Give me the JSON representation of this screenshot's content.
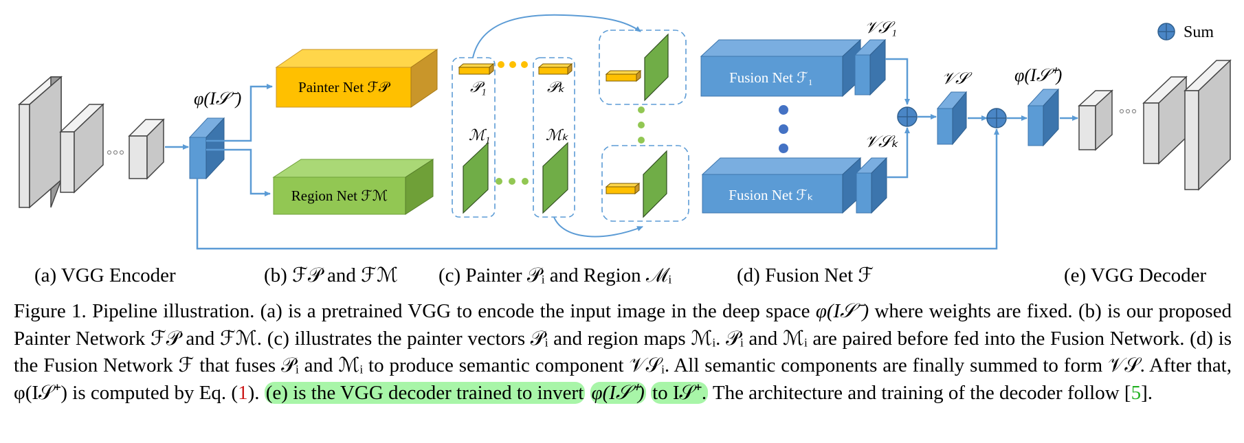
{
  "legend": {
    "label": "Sum",
    "color": "#4a86c6"
  },
  "labels": {
    "encoder_out": "φ(I𝒮⁻)",
    "decoder_in": "φ(I𝒮⁺)",
    "vs": "𝒱𝒮",
    "vs1": "𝒱𝒮₁",
    "vsk": "𝒱𝒮ₖ",
    "p1": "𝒫₁",
    "pk": "𝒫ₖ",
    "m1": "ℳ₁",
    "mk": "ℳₖ"
  },
  "blocks": {
    "painter_net": "Painter Net ℱ𝒫",
    "region_net": "Region Net ℱℳ",
    "fusion_net_1": "Fusion Net ℱ₁",
    "fusion_net_k": "Fusion Net ℱₖ"
  },
  "section_labels": {
    "a": "(a) VGG Encoder",
    "b": "(b) ℱ𝒫 and ℱℳ",
    "c": "(c) Painter 𝒫ᵢ and Region ℳᵢ",
    "d": "(d) Fusion Net ℱ",
    "e": "(e) VGG Decoder"
  },
  "caption": {
    "s1": "Figure 1. Pipeline illustration. (a) is a pretrained VGG to encode the input image in the deep space ",
    "s1b": "φ(I𝒮⁻)",
    "s1c": " where weights are fixed. (b) is our proposed Painter Network ℱ𝒫 and ℱℳ. (c) illustrates the painter vectors 𝒫ᵢ and region maps ℳᵢ. 𝒫ᵢ and ℳᵢ are paired before fed into the Fusion Network. (d) is the Fusion Network ℱ that fuses 𝒫ᵢ and ℳᵢ to produce semantic component 𝒱𝒮ᵢ. All semantic components are finally summed to form 𝒱𝒮. After that, φ(I𝒮⁺) is computed by Eq. (",
    "ref1": "1",
    "s2": "). ",
    "hl1": "(e) is the VGG decoder trained to invert",
    "hl2": "φ(I𝒮⁺)",
    "hl3": "to I𝒮⁺.",
    "s3": " The architecture and training of the decoder follow [",
    "ref2": "5",
    "s4": "]."
  },
  "colors": {
    "vgg_front": "#c8c8c8",
    "vgg_side": "#e6e6e6",
    "blue_front": "#5b9bd5",
    "blue_top": "#7aaee0",
    "blue_side": "#3c75ad",
    "yellow_front": "#ffc000",
    "yellow_top": "#ffd64a",
    "yellow_side": "#c9962a",
    "green_front": "#92c753",
    "green_top": "#aad876",
    "green_side": "#6fa038",
    "map_green": "#70ad47",
    "arrow": "#5b9bd5",
    "highlight": "#a8f5a8"
  }
}
